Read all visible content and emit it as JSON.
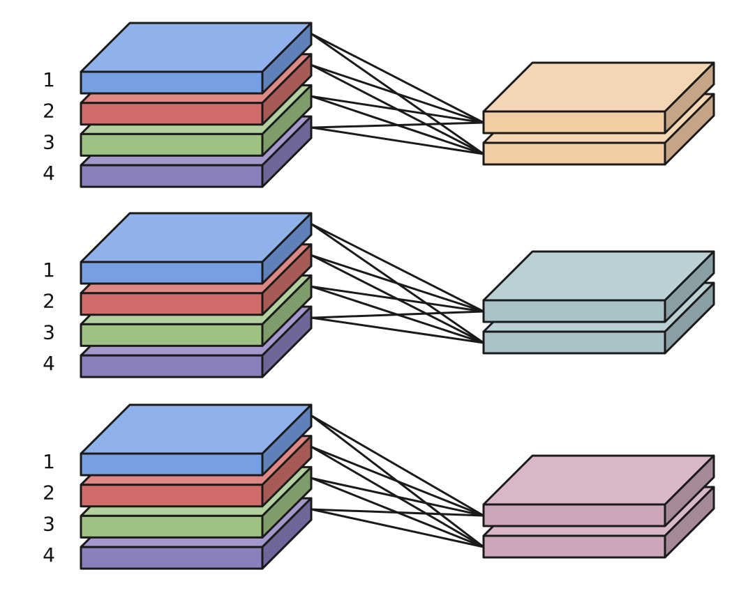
{
  "diagram": {
    "title": "",
    "groups": [
      {
        "id": "group-1",
        "inputs": [
          {
            "label": "1",
            "color": {
              "top": "#91B1EA",
              "front": "#779FE3",
              "side": "#5F80BA"
            }
          },
          {
            "label": "2",
            "color": {
              "top": "#DD8885",
              "front": "#D06C69",
              "side": "#A75A56"
            }
          },
          {
            "label": "3",
            "color": {
              "top": "#B3D09E",
              "front": "#9DC283",
              "side": "#7F9D6B"
            }
          },
          {
            "label": "4",
            "color": {
              "top": "#A397CC",
              "front": "#8980BC",
              "side": "#706699"
            }
          }
        ],
        "outputs": [
          {
            "color": {
              "top": "#F4D6B4",
              "front": "#F2CCA2",
              "side": "#C5A585"
            }
          },
          {
            "color": {
              "top": "#F4D6B4",
              "front": "#F2CCA2",
              "side": "#C5A585"
            }
          }
        ],
        "connections": "all-to-all"
      },
      {
        "id": "group-2",
        "inputs": [
          {
            "label": "1",
            "color": {
              "top": "#91B1EA",
              "front": "#779FE3",
              "side": "#5F80BA"
            }
          },
          {
            "label": "2",
            "color": {
              "top": "#DD8885",
              "front": "#D06C69",
              "side": "#A75A56"
            }
          },
          {
            "label": "3",
            "color": {
              "top": "#B3D09E",
              "front": "#9DC283",
              "side": "#7F9D6B"
            }
          },
          {
            "label": "4",
            "color": {
              "top": "#A397CC",
              "front": "#8980BC",
              "side": "#706699"
            }
          }
        ],
        "outputs": [
          {
            "color": {
              "top": "#BBD0D5",
              "front": "#A9C2C8",
              "side": "#899FA3"
            }
          },
          {
            "color": {
              "top": "#BBD0D5",
              "front": "#A9C2C8",
              "side": "#899FA3"
            }
          }
        ],
        "connections": "all-to-all"
      },
      {
        "id": "group-3",
        "inputs": [
          {
            "label": "1",
            "color": {
              "top": "#91B1EA",
              "front": "#779FE3",
              "side": "#5F80BA"
            }
          },
          {
            "label": "2",
            "color": {
              "top": "#DD8885",
              "front": "#D06C69",
              "side": "#A75A56"
            }
          },
          {
            "label": "3",
            "color": {
              "top": "#B3D09E",
              "front": "#9DC283",
              "side": "#7F9D6B"
            }
          },
          {
            "label": "4",
            "color": {
              "top": "#A397CC",
              "front": "#8980BC",
              "side": "#706699"
            }
          }
        ],
        "outputs": [
          {
            "color": {
              "top": "#D8B7C8",
              "front": "#CDA6BC",
              "side": "#A68998"
            }
          },
          {
            "color": {
              "top": "#D8B7C8",
              "front": "#CDA6BC",
              "side": "#A68998"
            }
          }
        ],
        "connections": "all-to-all"
      }
    ],
    "stroke_color": "#1a1a1a"
  }
}
